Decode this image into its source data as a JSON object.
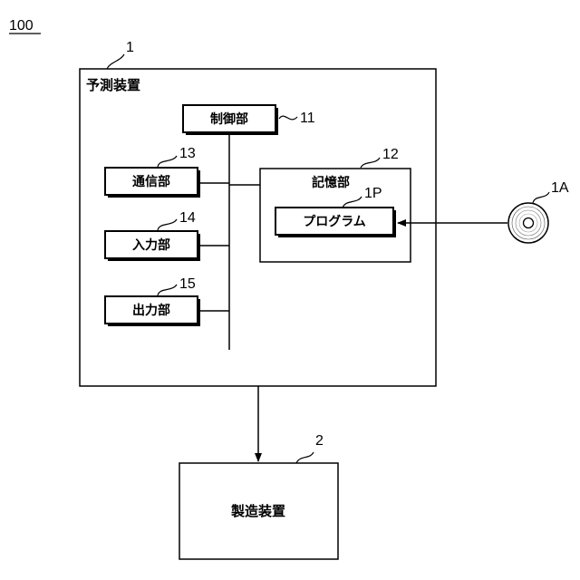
{
  "figure": {
    "ref": "100"
  },
  "device": {
    "ref": "1",
    "label": "予測装置"
  },
  "control": {
    "ref": "11",
    "label": "制御部"
  },
  "storage": {
    "ref": "12",
    "label": "記憶部"
  },
  "program": {
    "ref": "1P",
    "label": "プログラム"
  },
  "comm": {
    "ref": "13",
    "label": "通信部"
  },
  "input": {
    "ref": "14",
    "label": "入力部"
  },
  "output": {
    "ref": "15",
    "label": "出力部"
  },
  "medium": {
    "ref": "1A",
    "icon": "disc-icon"
  },
  "manufacturing": {
    "ref": "2",
    "label": "製造装置"
  }
}
